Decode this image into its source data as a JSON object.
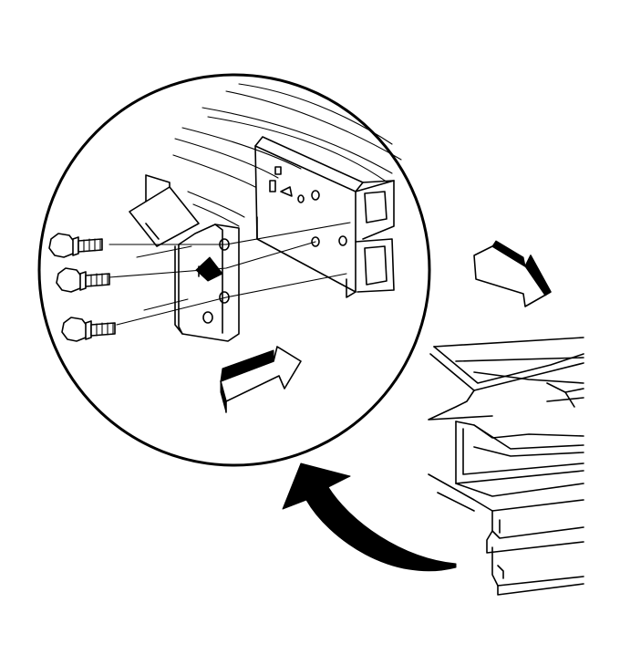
{
  "diagram": {
    "description_visible_text": "",
    "colors": {
      "line": "#000000",
      "background": "#ffffff"
    },
    "parts": {
      "detail_circle": "detail-view",
      "bolts": 3,
      "bracket": "mounting-bracket",
      "frame_rail": "frame-rail",
      "install_arrows": 2,
      "callout_arrow": "curved-arrow"
    }
  }
}
